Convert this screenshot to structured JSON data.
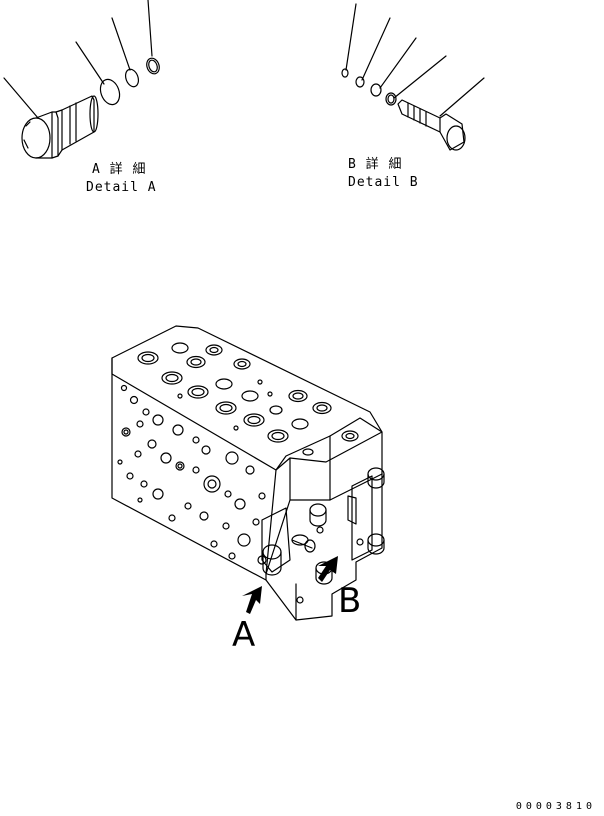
{
  "detail_a": {
    "title_jp": "A 詳 細",
    "title_en": "Detail A"
  },
  "detail_b": {
    "title_jp": "B 詳 細",
    "title_en": "Detail B"
  },
  "callouts": {
    "a": "A",
    "b": "B"
  },
  "figure_id": "00003810"
}
